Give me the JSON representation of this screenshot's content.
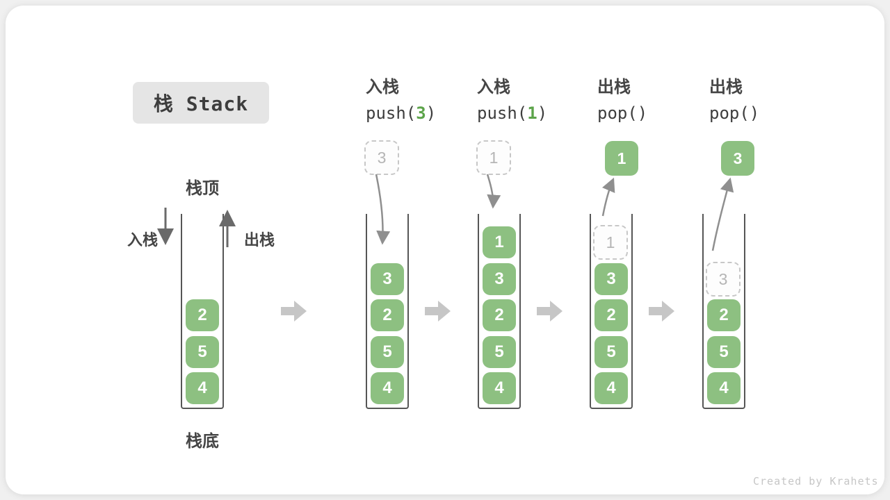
{
  "title": "栈 Stack",
  "watermark": "Created by Krahets",
  "side_labels": {
    "push": "入栈",
    "pop": "出栈",
    "top": "栈顶",
    "bottom": "栈底"
  },
  "columns": [
    {
      "cells": [
        "2",
        "5",
        "4"
      ]
    },
    {
      "header": {
        "zh": "入栈",
        "code_left": "push(",
        "code_arg": "3",
        "code_right": ")"
      },
      "incoming": "3",
      "cells": [
        "3",
        "2",
        "5",
        "4"
      ]
    },
    {
      "header": {
        "zh": "入栈",
        "code_left": "push(",
        "code_arg": "1",
        "code_right": ")"
      },
      "incoming": "1",
      "cells": [
        "1",
        "3",
        "2",
        "5",
        "4"
      ]
    },
    {
      "header": {
        "zh": "出栈",
        "code_left": "pop(",
        "code_arg": "",
        "code_right": ")"
      },
      "popped": "1",
      "removed": "1",
      "cells": [
        "3",
        "2",
        "5",
        "4"
      ]
    },
    {
      "header": {
        "zh": "出栈",
        "code_left": "pop(",
        "code_arg": "",
        "code_right": ")"
      },
      "popped": "3",
      "removed": "3",
      "cells": [
        "2",
        "5",
        "4"
      ]
    }
  ],
  "colors": {
    "block_green": "#8dc081",
    "code_green": "#5ca44a",
    "title_bg": "#e5e5e5",
    "wall_gray": "#565656",
    "curve_arrow_gray": "#8f8f8f",
    "straight_arrow_gray": "#6a6a6a",
    "step_arrow_gray": "#c6c6c6",
    "ghost_gray": "#b5b5b5"
  }
}
